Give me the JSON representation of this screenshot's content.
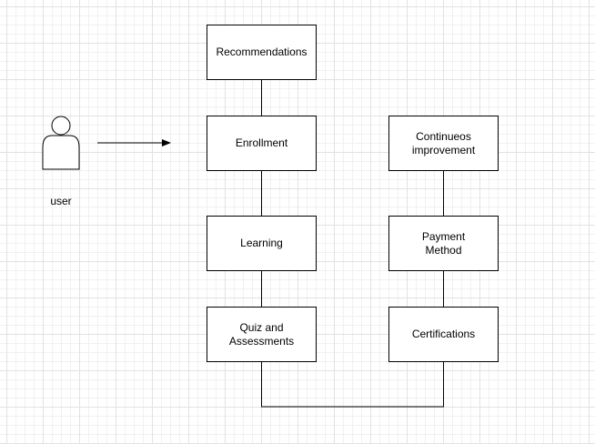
{
  "diagram": {
    "user_label": "user",
    "nodes": {
      "recommendations": "Recommendations",
      "enrollment": "Enrollment",
      "learning": "Learning",
      "quiz": "Quiz and\nAssessments",
      "continuous": "Continueos\nimprovement",
      "payment": "Payment\nMethod",
      "certifications": "Certifications"
    },
    "colors": {
      "stroke": "#000000",
      "fill": "#ffffff",
      "grid": "#e2e2e2"
    }
  }
}
